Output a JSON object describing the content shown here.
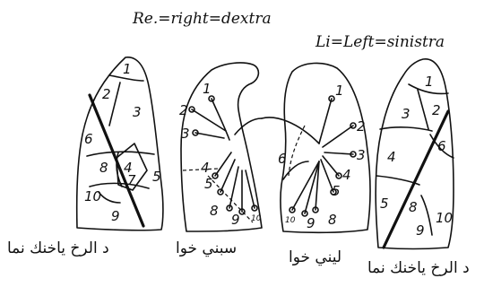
{
  "legend": {
    "right": "Re.=right=dextra",
    "left": "Li=Left=sinistra"
  },
  "captions": {
    "right_lateral": "د الرخ ياخنك نما",
    "right_medial": "سبني خوا",
    "left_medial": "ليني خوا",
    "left_lateral": "د الرخ ياخنك نما"
  },
  "segments": {
    "right_lateral": [
      "1",
      "2",
      "3",
      "6",
      "8",
      "4",
      "7",
      "5",
      "10",
      "9"
    ],
    "right_medial": [
      "1",
      "2",
      "3",
      "4",
      "5",
      "8",
      "9",
      "10"
    ],
    "left_medial": [
      "1",
      "2",
      "3",
      "4",
      "5",
      "6",
      "8",
      "9",
      "10"
    ],
    "left_lateral": [
      "1",
      "2",
      "3",
      "4",
      "5",
      "6",
      "8",
      "9",
      "10"
    ]
  }
}
